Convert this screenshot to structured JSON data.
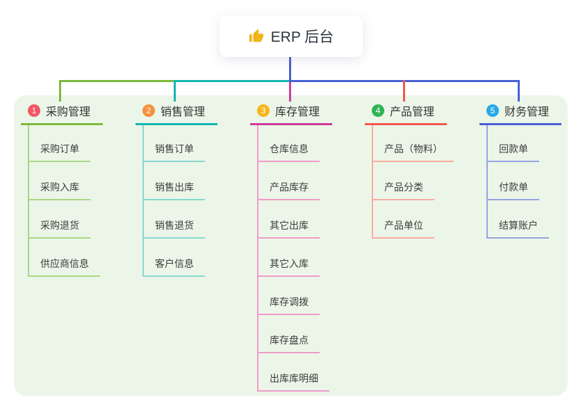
{
  "root": {
    "icon": "thumbs-up",
    "label": "ERP 后台"
  },
  "colors": {
    "root_connector": "#4a5ed0",
    "panel_background": "#ecf6e8",
    "root_icon": "#f2b317",
    "head_text": "#333333",
    "child_text": "#3c3c3c"
  },
  "branches": [
    {
      "id": 1,
      "label": "采购管理",
      "badge_color": "#f25767",
      "line_color": "#7cb93e",
      "child_line_color": "#a9d687",
      "children": [
        "采购订单",
        "采购入库",
        "采购退货",
        "供应商信息"
      ]
    },
    {
      "id": 2,
      "label": "销售管理",
      "badge_color": "#f7913e",
      "line_color": "#14b6b1",
      "child_line_color": "#87d8d2",
      "children": [
        "销售订单",
        "销售出库",
        "销售退货",
        "客户信息"
      ]
    },
    {
      "id": 3,
      "label": "库存管理",
      "badge_color": "#f9b41c",
      "line_color": "#cf3a9b",
      "child_line_color": "#f09aca",
      "children": [
        "仓库信息",
        "产品库存",
        "其它出库",
        "其它入库",
        "库存调拨",
        "库存盘点",
        "出库库明细"
      ]
    },
    {
      "id": 4,
      "label": "产品管理",
      "badge_color": "#2fb455",
      "line_color": "#f4574e",
      "child_line_color": "#f8ab9f",
      "children": [
        "产品（物料）",
        "产品分类",
        "产品单位"
      ]
    },
    {
      "id": 5,
      "label": "财务管理",
      "badge_color": "#2aa8e8",
      "line_color": "#4a60d4",
      "child_line_color": "#94a5e4",
      "children": [
        "回款单",
        "付款单",
        "结算账户"
      ]
    }
  ]
}
